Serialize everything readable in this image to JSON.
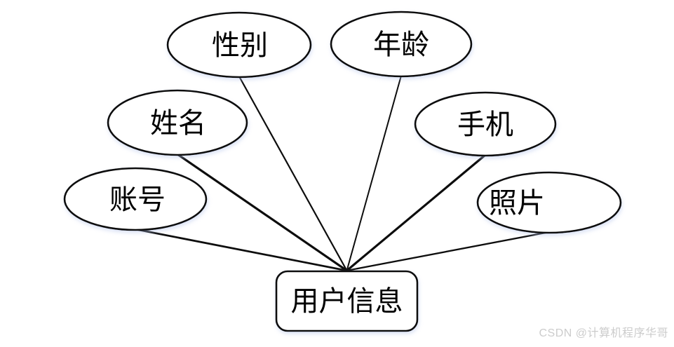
{
  "diagram": {
    "type": "er-attribute-diagram",
    "entity": {
      "id": "user-info",
      "label": "用户信息"
    },
    "attributes": [
      {
        "id": "gender",
        "label": "性别"
      },
      {
        "id": "age",
        "label": "年龄"
      },
      {
        "id": "name",
        "label": "姓名"
      },
      {
        "id": "mobile",
        "label": "手机"
      },
      {
        "id": "account",
        "label": "账号"
      },
      {
        "id": "photo",
        "label": "照片"
      }
    ],
    "edges": [
      {
        "from": "gender",
        "to": "user-info"
      },
      {
        "from": "age",
        "to": "user-info"
      },
      {
        "from": "name",
        "to": "user-info"
      },
      {
        "from": "mobile",
        "to": "user-info"
      },
      {
        "from": "account",
        "to": "user-info"
      },
      {
        "from": "photo",
        "to": "user-info"
      }
    ]
  },
  "watermark": {
    "text": "CSDN @计算机程序华哥"
  },
  "colors": {
    "stroke": "#0d0d0d",
    "shape_fill": "#ffffff",
    "background": "#ffffff",
    "watermark": "#cccccc"
  }
}
